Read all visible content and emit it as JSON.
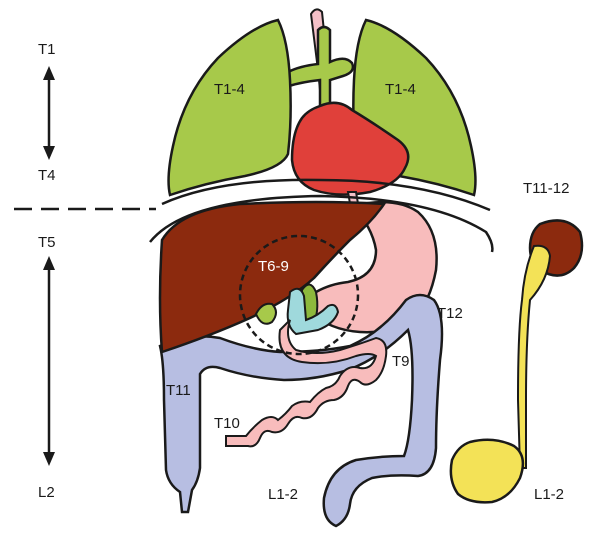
{
  "levels": {
    "top": "T1",
    "thoracic_bottom": "T4",
    "abdominal_top": "T5",
    "bottom": "L2"
  },
  "organs": {
    "lung_left": "T1-4",
    "lung_right": "T1-4",
    "kidney": "T11-12",
    "liver_region": "T6-9",
    "colon_upper": "T12",
    "small_intestine": "T9",
    "colon_ascending": "T11",
    "small_intestine_lower": "T10",
    "colon_descending": "L1-2",
    "bladder": "L1-2"
  },
  "colors": {
    "lung": "#a7c94a",
    "heart": "#e0403a",
    "trachea": "#f4c0c8",
    "liver": "#8c2a0e",
    "stomach": "#f8bcbc",
    "colon": "#b7bee2",
    "gallbladder": "#8db83c",
    "pancreas": "#9fd9dc",
    "kidney": "#8c2a0e",
    "bladder": "#f3e257",
    "outline": "#1a1a1a"
  }
}
